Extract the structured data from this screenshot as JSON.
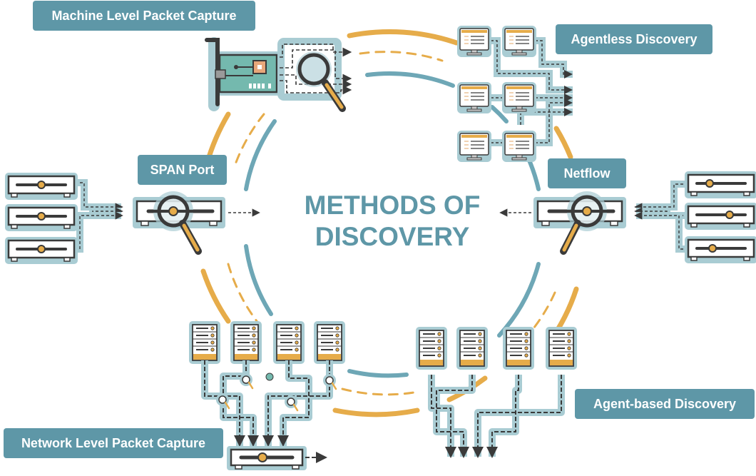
{
  "diagram": {
    "title_line1": "METHODS OF",
    "title_line2": "DISCOVERY",
    "methods": [
      {
        "label": "Machine Level Packet Capture",
        "icon": "network-card-magnifier-icon"
      },
      {
        "label": "Agentless Discovery",
        "icon": "desktop-monitors-icon"
      },
      {
        "label": "SPAN Port",
        "icon": "switch-magnifier-icon"
      },
      {
        "label": "Netflow",
        "icon": "router-magnifier-icon"
      },
      {
        "label": "Network Level Packet Capture",
        "icon": "server-rack-taps-icon"
      },
      {
        "label": "Agent-based Discovery",
        "icon": "server-rack-icon"
      }
    ],
    "colors": {
      "teal": "#5e97a7",
      "orange": "#e6ac4a",
      "halo": "#a9ccd3",
      "dark": "#3a3a3a",
      "card_green": "#74b9ae"
    }
  }
}
